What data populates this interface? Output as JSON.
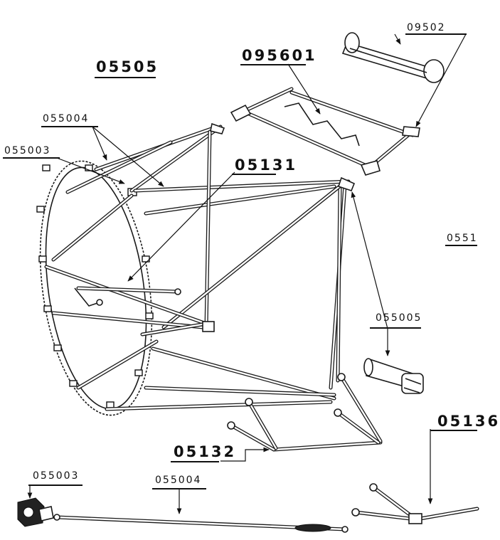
{
  "labels": {
    "assembly_main": "05505",
    "strut_095601": "095601",
    "sleeve_09502": "09502",
    "tube_055004": "055004",
    "ring_055003": "055003",
    "brace_05131": "05131",
    "edge_right_0551": "0551",
    "fitting_055005": "055005",
    "crossbar_05132": "05132",
    "edge_right_05136": "05136",
    "detail_055003": "055003",
    "detail_055004": "055004"
  }
}
